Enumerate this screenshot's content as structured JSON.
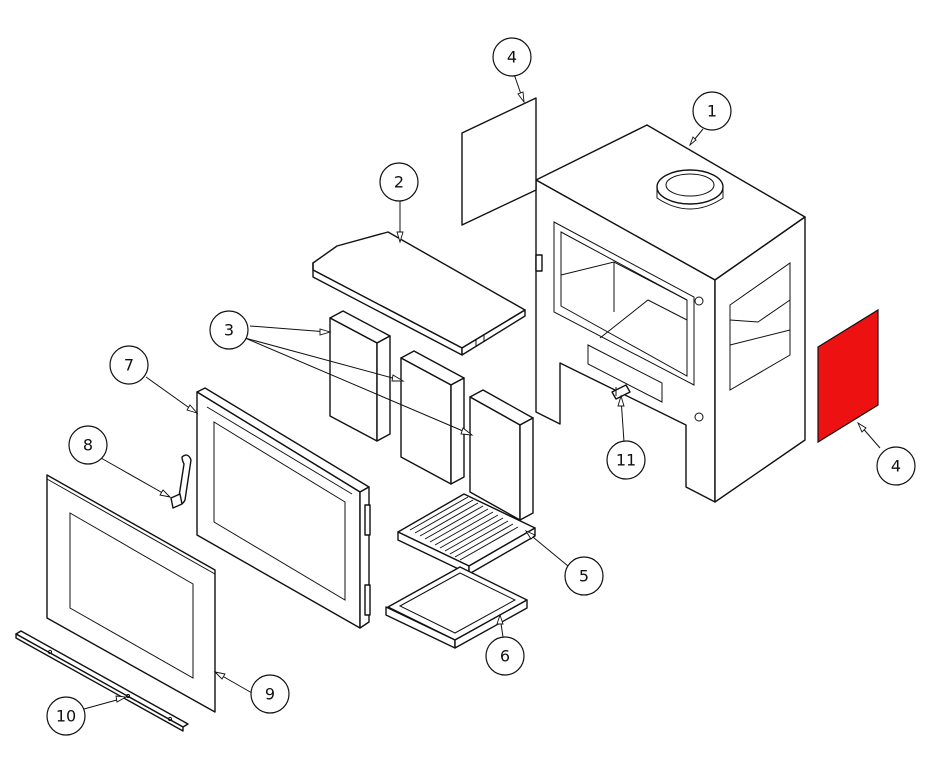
{
  "diagram": {
    "labels": {
      "part_1": "1",
      "part_2": "2",
      "part_3": "3",
      "part_4_top": "4",
      "part_4_side": "4",
      "part_5": "5",
      "part_6": "6",
      "part_7": "7",
      "part_8": "8",
      "part_9": "9",
      "part_10": "10",
      "part_11": "11"
    },
    "colors": {
      "highlight": "#ee1111",
      "line": "#111111",
      "background": "#ffffff"
    }
  }
}
